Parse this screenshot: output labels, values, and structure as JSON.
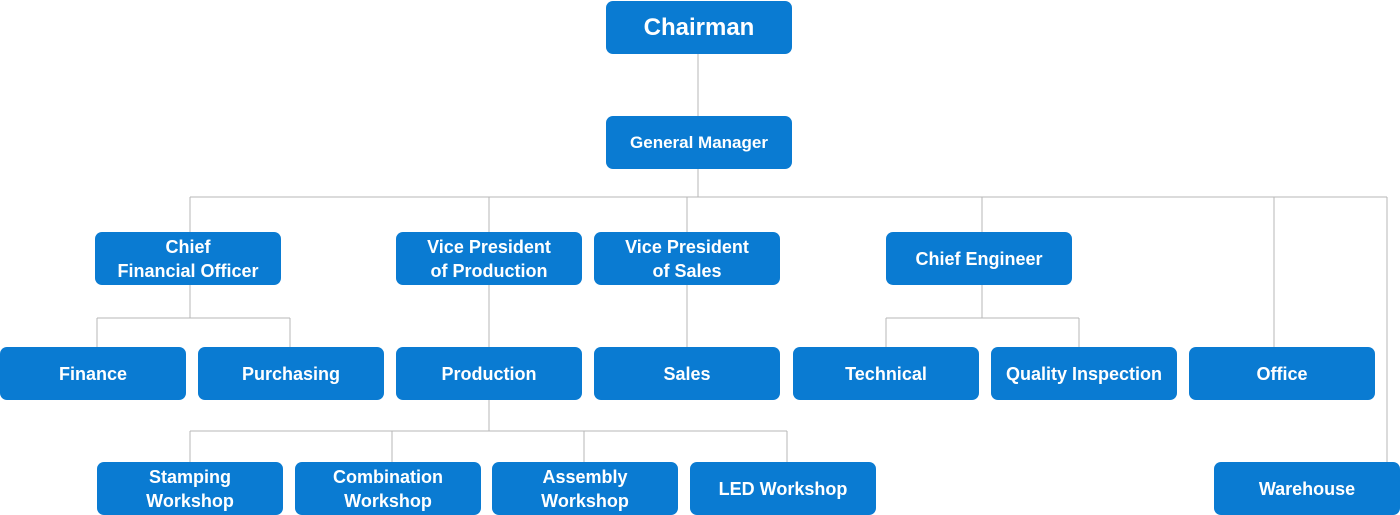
{
  "chairman": "Chairman",
  "general_manager": "General Manager",
  "level2": {
    "cfo": "Chief\nFinancial Officer",
    "vp_production": "Vice President\nof Production",
    "vp_sales": "Vice President\nof Sales",
    "chief_engineer": "Chief Engineer"
  },
  "level3": {
    "finance": "Finance",
    "purchasing": "Purchasing",
    "production": "Production",
    "sales": "Sales",
    "technical": "Technical",
    "quality_inspection": "Quality Inspection",
    "office": "Office"
  },
  "level4": {
    "stamping": "Stamping\nWorkshop",
    "combination": "Combination\nWorkshop",
    "assembly": "Assembly\nWorkshop",
    "led": "LED Workshop",
    "warehouse": "Warehouse"
  },
  "colors": {
    "box": "#0a7bd2",
    "text": "#ffffff",
    "line": "#b7b7b7"
  }
}
